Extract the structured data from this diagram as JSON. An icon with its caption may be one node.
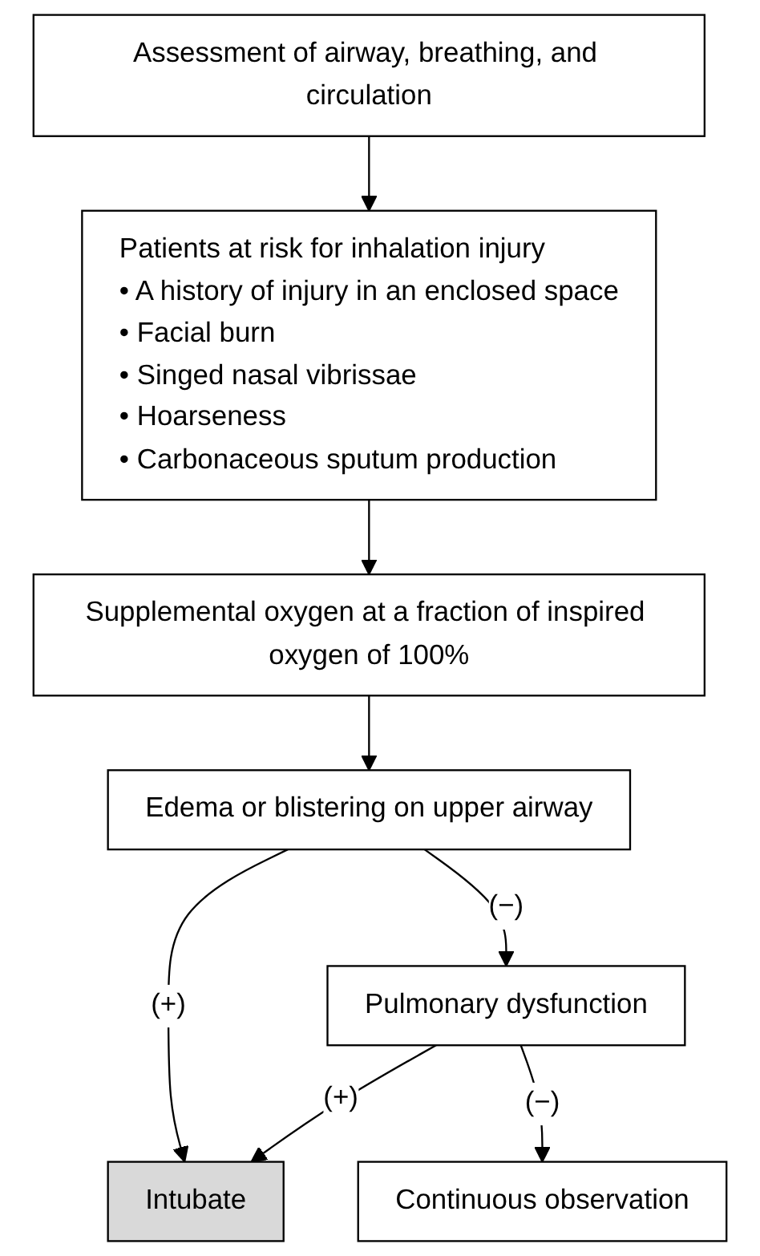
{
  "diagram": {
    "nodes": [
      {
        "text": [
          "Assessment of airway, breathing, and circulation"
        ]
      },
      {
        "text": [
          "Patients at risk for inhalation injury",
          "• A history of injury in an enclosed space",
          "• Facial burn",
          "• Singed nasal vibrissae",
          "• Hoarseness",
          "• Carbonaceous sputum production"
        ]
      },
      {
        "text": [
          "Supplemental oxygen at a fraction of inspired oxygen of 100%"
        ]
      },
      {
        "text": [
          "Edema or blistering on upper airway"
        ]
      },
      {
        "text": [
          "Pulmonary dysfunction"
        ]
      },
      {
        "text": [
          "Intubate"
        ]
      },
      {
        "text": [
          "Continuous observation"
        ]
      }
    ],
    "edges": [
      {
        "from": 0,
        "to": 1,
        "arrow": "to"
      },
      {
        "from": 1,
        "to": 2,
        "arrow": "to"
      },
      {
        "from": 2,
        "to": 3,
        "arrow": "to"
      },
      {
        "from": 3,
        "to": 4,
        "arrow": "to",
        "label": "(−)"
      },
      {
        "from": 3,
        "to": 5,
        "arrow": "to",
        "label": "(+)"
      },
      {
        "from": 4,
        "to": 5,
        "arrow": "to",
        "label": "(+)"
      },
      {
        "from": 4,
        "to": 6,
        "arrow": "to",
        "label": "(−)"
      }
    ]
  }
}
